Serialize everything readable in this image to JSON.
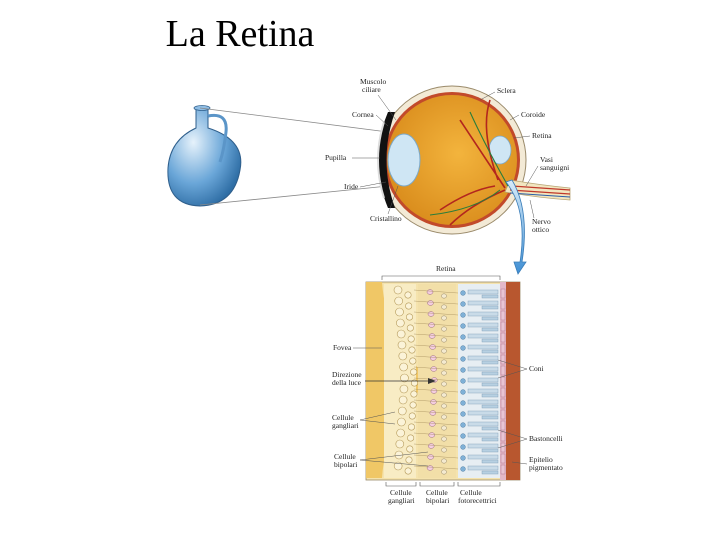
{
  "title": "La Retina",
  "eye_labels": {
    "muscolo": [
      "Muscolo",
      "ciliare"
    ],
    "sclera": "Sclera",
    "cornea": "Cornea",
    "coroide": "Coroide",
    "retina": "Retina",
    "pupilla": "Pupilla",
    "vasi": [
      "Vasi",
      "sanguigni"
    ],
    "iride": "Iride",
    "cristallino": "Cristallino",
    "nervo": [
      "Nervo",
      "ottico"
    ]
  },
  "retina_labels": {
    "header": "Retina",
    "fovea": "Fovea",
    "direzione": [
      "Direzione",
      "della luce"
    ],
    "gangliari_left": [
      "Cellule",
      "gangliari"
    ],
    "bipolari_left": [
      "Cellule",
      "bipolari"
    ],
    "coni": "Coni",
    "bastoncelli": "Bastoncelli",
    "epitelio": [
      "Epitelio",
      "pigmentato"
    ],
    "bottom_gangliari": [
      "Cellule",
      "gangliari"
    ],
    "bottom_bipolari": [
      "Cellule",
      "bipolari"
    ],
    "bottom_foto": [
      "Cellule",
      "fotorecettrici"
    ]
  },
  "colors": {
    "eye_fill": "#e8a22a",
    "sclera": "#f3ead6",
    "lens": "#cfe6f4",
    "retina_bg": "#f5e3ad",
    "epithelium": "#b8572f",
    "arrow": "#4a9ad8",
    "flask": "#6aa6d8"
  }
}
